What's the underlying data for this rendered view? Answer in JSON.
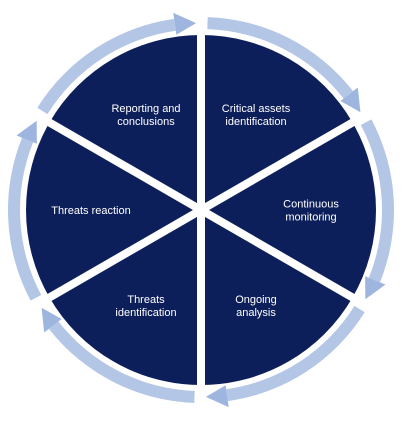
{
  "colors": {
    "wedge": "#0d1f5a",
    "ring": "#b3c6e6",
    "arrow": "#9db5df",
    "gap": "#ffffff"
  },
  "segments": [
    {
      "id": "critical-assets",
      "lines": [
        "Critical assets",
        "identification"
      ]
    },
    {
      "id": "continuous-monitoring",
      "lines": [
        "Continuous",
        "monitoring"
      ]
    },
    {
      "id": "ongoing-analysis",
      "lines": [
        "Ongoing",
        "analysis"
      ]
    },
    {
      "id": "threats-identification",
      "lines": [
        "Threats",
        "identification"
      ]
    },
    {
      "id": "threats-reaction",
      "lines": [
        "Threats reaction"
      ]
    },
    {
      "id": "reporting-conclusions",
      "lines": [
        "Reporting and",
        "conclusions"
      ]
    }
  ]
}
